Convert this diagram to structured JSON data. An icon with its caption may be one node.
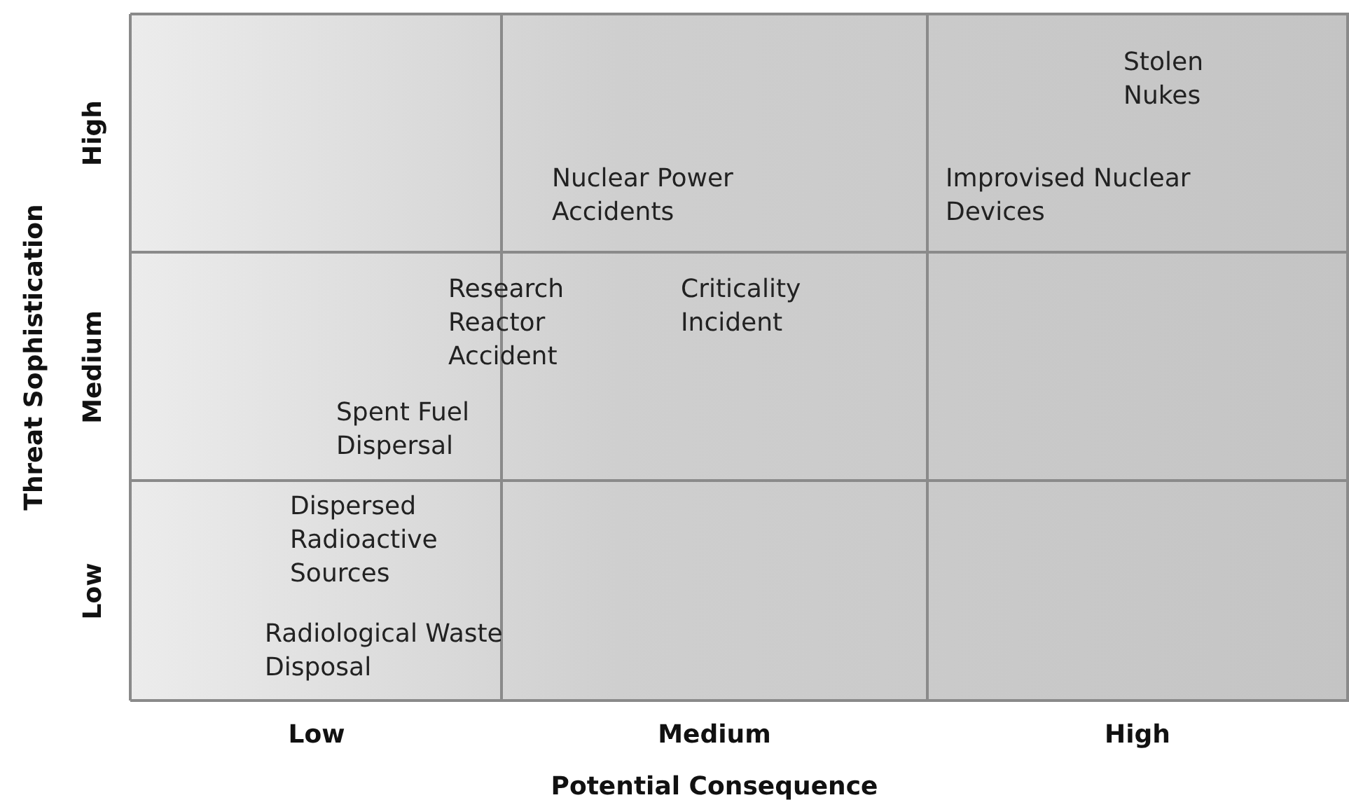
{
  "diagram": {
    "labels": [
      "Stolen Nukes",
      "Nuclear Power Accidents",
      "Improvised Nuclear Devices",
      "Research Reactor Accident",
      "Criticality Incident",
      "Spent Fuel Dispersal",
      "Dispersed Radioactive Sources",
      "Radiological Waste Disposal",
      "High",
      "Medium",
      "Low",
      "Threat Sophistication",
      "Low",
      "Medium",
      "High",
      "Potential Consequence"
    ]
  }
}
